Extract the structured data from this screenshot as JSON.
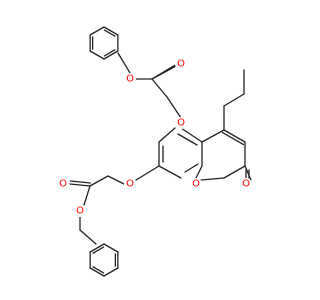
{
  "colors": {
    "bond": "#222222",
    "oxygen": "#ff0000",
    "background": "#ffffff"
  },
  "atoms": {
    "o_ester_top_single": "O",
    "o_ester_top_double": "O",
    "o_ether_top": "O",
    "o_lactone_carbonyl": "O",
    "o_ring": "O",
    "o_ether_bottom": "O",
    "o_ester_bottom_double": "O",
    "o_ester_bottom_single": "O"
  }
}
